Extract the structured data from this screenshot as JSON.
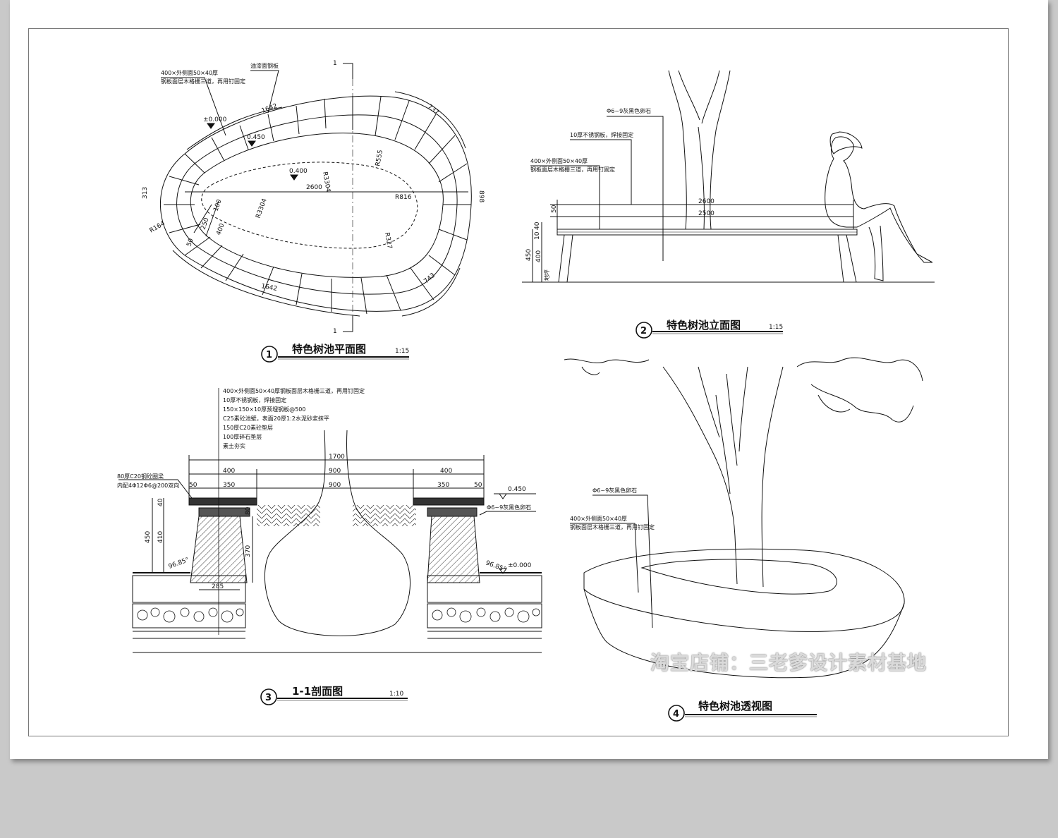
{
  "plan": {
    "number": "1",
    "title": "特色树池平面图",
    "scale": "1:15",
    "section_mark": "1",
    "note1": "400×外侧面50×40厚",
    "note1b": "钢板面层木格栅三道，再用钉固定",
    "note2": "油漆面钢板",
    "elev_0": "±0.000",
    "elev_450": "0.450",
    "elev_400": "0.400",
    "dims": [
      "2600",
      "R816",
      "R3304",
      "R3304",
      "R555",
      "R164",
      "R327",
      "1642",
      "1642",
      "737",
      "743",
      "313",
      "898",
      "50",
      "250",
      "400",
      "100"
    ]
  },
  "elevation": {
    "number": "2",
    "title": "特色树池立面图",
    "scale": "1:15",
    "note_stone": "Φ6~9灰黑色卵石",
    "note_steel": "10厚不锈钢板，焊接固定",
    "note_wood": "400×外侧面50×40厚",
    "note_wood_b": "钢板面层木格栅三道，再用钉固定",
    "dim_top": "2600",
    "dim_second": "2500",
    "dim_left": [
      "50",
      "40",
      "10",
      "450",
      "400"
    ],
    "dim_base": "地坪"
  },
  "section": {
    "number": "3",
    "title": "1-1剖面图",
    "scale": "1:10",
    "layers": [
      "400×外侧面50×40厚钢板面层木格栅三道，再用钉固定",
      "10厚不锈钢板，焊接固定",
      "150×150×10厚预埋钢板@500",
      "C25素砼池壁，表面20厚1:2水泥砂浆抹平",
      "150厚C20素砼垫层",
      "100厚碎石垫层",
      "素土夯实"
    ],
    "left_note1": "80厚C20钢砼圈梁",
    "left_note2": "内配4Φ12Φ6@200双向",
    "stone_note": "Φ6~9灰黑色卵石",
    "dim_total": "1700",
    "dims_row1": [
      "400",
      "900",
      "400"
    ],
    "dims_row2": [
      "50",
      "350",
      "900",
      "350",
      "50"
    ],
    "dim_vert": [
      "40",
      "450",
      "410",
      "80",
      "370"
    ],
    "dim_285": "285",
    "slope_left": "96.85°",
    "slope_right": "96.85°",
    "elev_top": "0.450",
    "elev_ground": "±0.000"
  },
  "perspective": {
    "number": "4",
    "title": "特色树池透视图",
    "note_stone": "Φ6~9灰黑色卵石",
    "note_wood": "400×外侧面50×40厚",
    "note_wood_b": "钢板面层木格栅三道，再用钉固定"
  },
  "watermark": "淘宝店铺：三老爹设计素材基地"
}
